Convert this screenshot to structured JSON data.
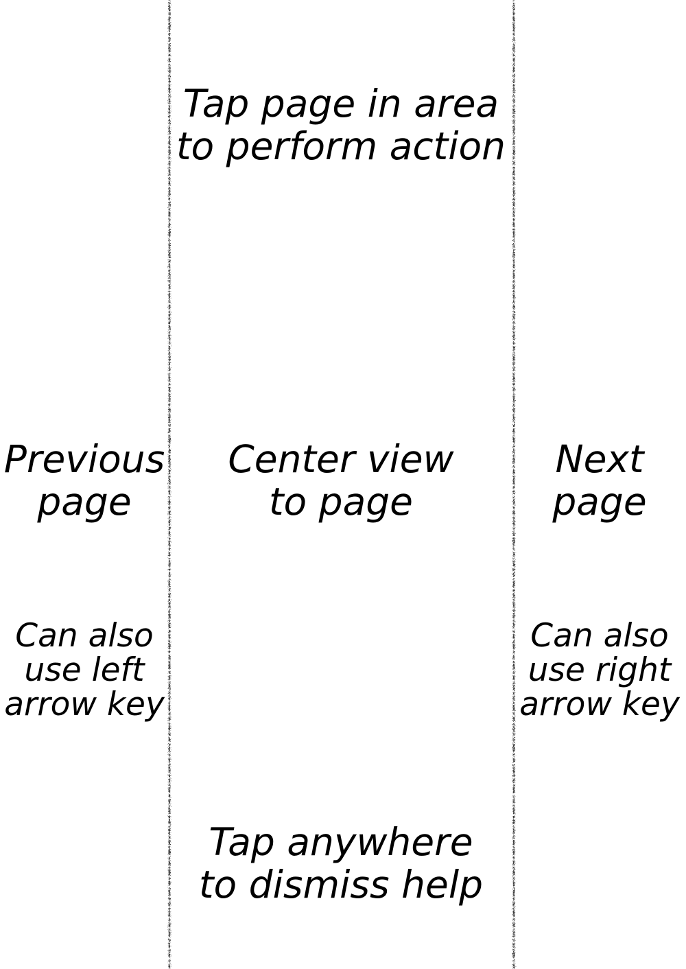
{
  "colors": {
    "background": "#ffffff",
    "text": "#000000",
    "divider": "#3f3f3f"
  },
  "zones": {
    "top_hint": "Tap page in area\nto perform action",
    "left": {
      "action": "Previous\npage",
      "hint": "Can also\nuse left\narrow key"
    },
    "center": {
      "action": "Center view\nto page"
    },
    "right": {
      "action": "Next\npage",
      "hint": "Can also\nuse right\narrow key"
    },
    "dismiss_hint": "Tap anywhere\nto dismiss help"
  }
}
